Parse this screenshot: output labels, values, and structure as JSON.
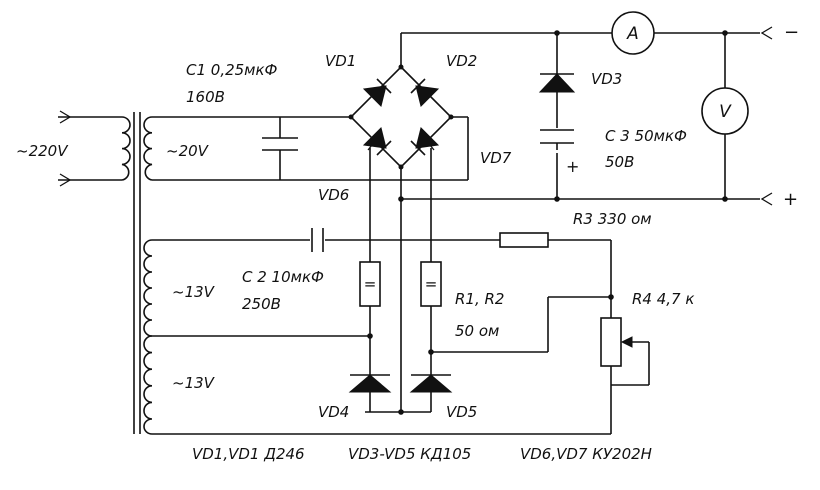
{
  "labels": {
    "mains": "~220V",
    "sec1": "~20V",
    "sec2": "~13V",
    "sec3": "~13V",
    "c1_name": "C1 0,25мкФ",
    "c1_volt": "160В",
    "c2_name": "C 2 10мкФ",
    "c2_volt": "250В",
    "c3_name": "C 3 50мкФ",
    "c3_volt": "50В",
    "vd1": "VD1",
    "vd2": "VD2",
    "vd3": "VD3",
    "vd4": "VD4",
    "vd5": "VD5",
    "vd6": "VD6",
    "vd7": "VD7",
    "r1r2_name": "R1, R2",
    "r1r2_value": "50 ом",
    "r3": "R3 330 ом",
    "r4": "R4 4,7 к",
    "ammeter": "A",
    "voltmeter": "V",
    "r_eq": "=",
    "out_minus": "−",
    "out_plus": "+",
    "c3_plus": "+",
    "parts_1": "VD1,VD1 Д246",
    "parts_2": "VD3-VD5 КД105",
    "parts_3": "VD6,VD7 КУ202Н"
  }
}
